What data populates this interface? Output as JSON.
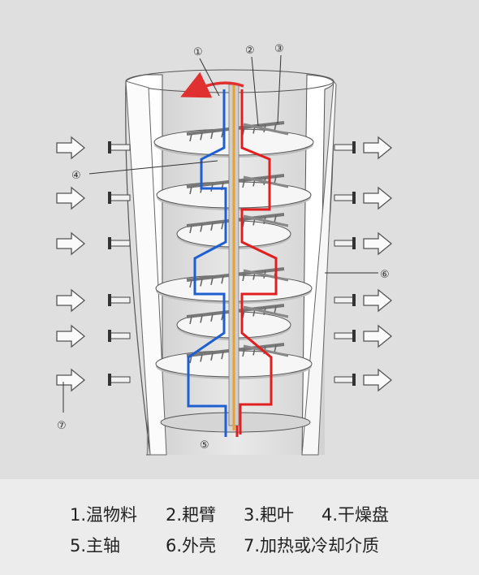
{
  "callouts": {
    "c1": "①",
    "c2": "②",
    "c3": "③",
    "c4": "④",
    "c5": "⑤",
    "c6": "⑥",
    "c7": "⑦"
  },
  "legend": {
    "row1": [
      "1.温物料",
      "2.耙臂",
      "3.耙叶",
      "4.干燥盘"
    ],
    "row2": [
      "5.主轴",
      "6.外壳",
      "7.加热或冷却介质"
    ]
  },
  "colors": {
    "panel_bg": "#dfdfdf",
    "shell": "#ffffff",
    "hot_pipe": "#e02020",
    "cold_pipe": "#1f5fd0",
    "shaft_core": "#e8a030",
    "rotation_arrow": "#e03030",
    "outline": "#444444"
  },
  "icons": {
    "side_arrows": "outline-right-arrow",
    "rotation": "curved-arrow-left"
  }
}
